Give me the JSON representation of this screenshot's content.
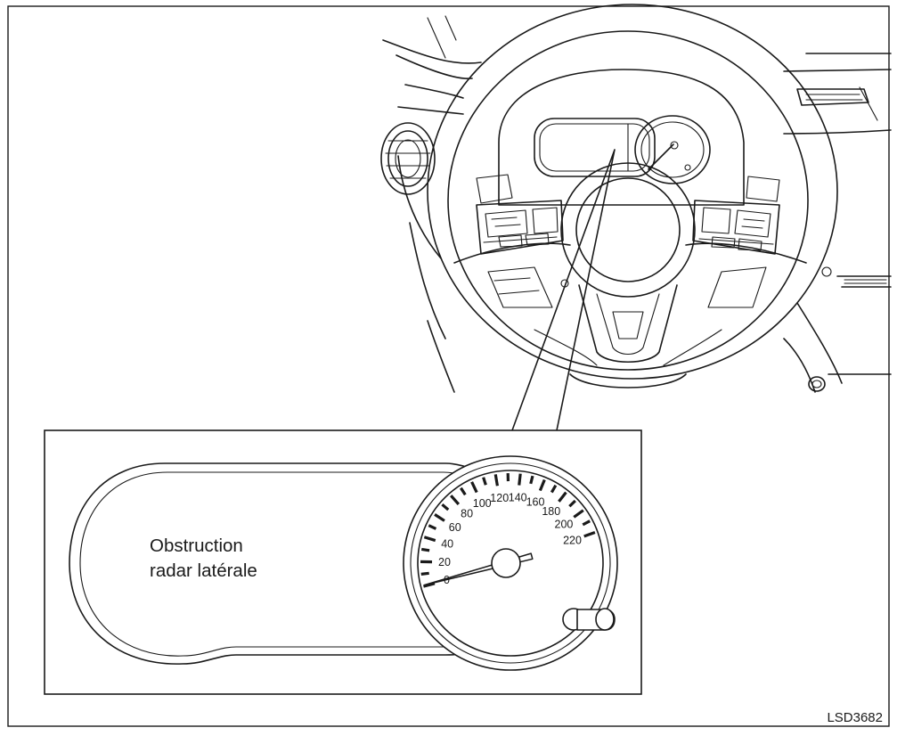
{
  "message": {
    "line1": "Obstruction",
    "line2": "radar latérale"
  },
  "figure_code": "LSD3682",
  "speedometer": {
    "labels": [
      "0",
      "20",
      "40",
      "60",
      "80",
      "100",
      "120",
      "140",
      "160",
      "180",
      "200",
      "220"
    ],
    "needle_value": 0
  },
  "colors": {
    "line": "#1a1a1a",
    "background": "#ffffff"
  }
}
